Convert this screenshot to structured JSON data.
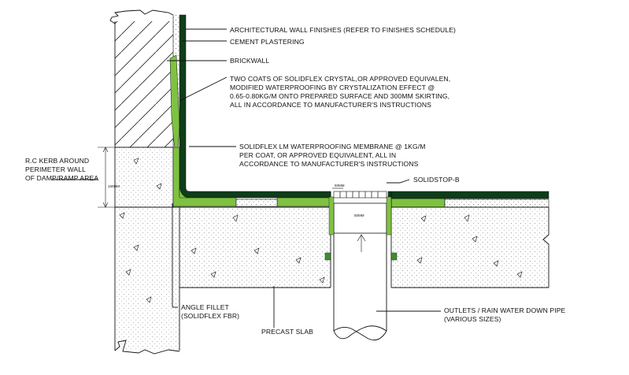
{
  "labels": {
    "arch_finishes": "ARCHITECTURAL WALL FINISHES (REFER TO FINISHES SCHEDULE)",
    "cement_plaster": "CEMENT PLASTERING",
    "brickwall": "BRICKWALL",
    "crystal": [
      "TWO COATS OF SOLIDFLEX CRYSTAL,OR APPROVED EQUIVALEN,",
      "MODIFIED WATERPROOFING BY CRYSTALIZATION EFFECT @",
      "0.65-0.80KG/M ONTO PREPARED SURFACE AND 300MM SKIRTING,",
      "ALL IN ACCORDANCE TO MANUFACTURER'S INSTRUCTIONS"
    ],
    "membrane": [
      "SOLIDFLEX LM WATERPROOFING MEMBRANE @ 1KG/M",
      "PER COAT, OR APPROVED EQUIVALENT, ALL IN",
      "ACCORDANCE TO MANUFACTURER'S INSTRUCTIONS"
    ],
    "rc_kerb": [
      "R.C KERB AROUND",
      "PERIMETER WALL",
      "OF DAMP/RAMP AREA"
    ],
    "kerb_dim": "150MM",
    "solidstop": "SOLIDSTOP-B",
    "outlet_dim": "50MM",
    "top_dim": "50MM",
    "angle_fillet": [
      "ANGLE FILLET",
      "(SOLIDFLEX FBR)"
    ],
    "precast": "PRECAST SLAB",
    "outlets": [
      "OUTLETS / RAIN WATER DOWN PIPE",
      "(VARIOUS SIZES)"
    ]
  },
  "colors": {
    "membrane_dark": "#0f3d1a",
    "coating_green": "#7fc241",
    "drain_plug": "#3f8f2a",
    "ink": "#111111"
  }
}
